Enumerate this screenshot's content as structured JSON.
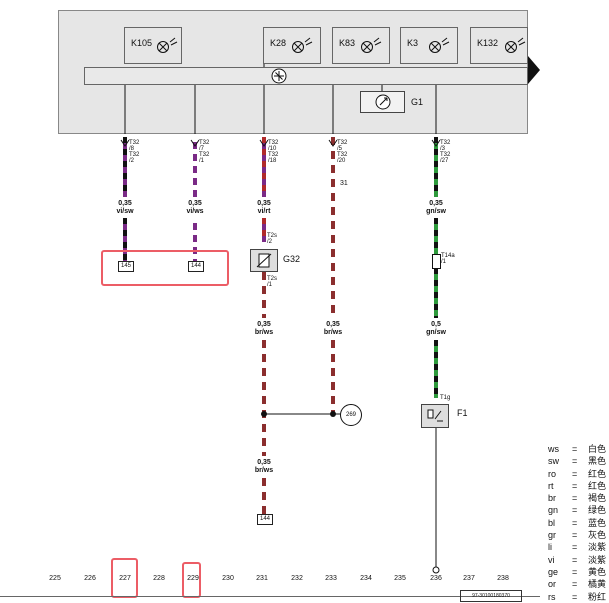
{
  "components": {
    "K105": "K105",
    "K28": "K28",
    "K83": "K83",
    "K3": "K3",
    "K132": "K132",
    "G1": "G1",
    "G32": "G32",
    "F1": "F1",
    "circle_269": "269"
  },
  "wires": [
    {
      "id": "w1",
      "pins": [
        "T32",
        "/8",
        "T32",
        "/2"
      ],
      "size": "0,35",
      "color": "vi/sw",
      "conn": "145"
    },
    {
      "id": "w2",
      "pins": [
        "T32",
        "/7",
        "T32",
        "/1"
      ],
      "size": "0,35",
      "color": "vi/ws",
      "conn": "144"
    },
    {
      "id": "w3",
      "pins": [
        "T32",
        "/10",
        "T32",
        "/18"
      ],
      "size": "0,35",
      "color": "vi/rt",
      "pins_b": [
        "T2s",
        "/2"
      ],
      "pins_c": [
        "T2s",
        "/1"
      ],
      "size_b": "0,35",
      "color_b": "br/ws",
      "size_c": "0,35",
      "color_c": "br/ws",
      "conn": "144"
    },
    {
      "id": "w4",
      "pins": [
        "T32",
        "/5",
        "T32",
        "/20"
      ],
      "extra": "31",
      "size": "0,35",
      "color": "br/ws"
    },
    {
      "id": "w5",
      "pins": [
        "T32",
        "/3",
        "T32",
        "/27"
      ],
      "size": "0,35",
      "color": "gn/sw",
      "pins_b": [
        "T14a",
        "/1"
      ],
      "size_b": "0,5",
      "color_b": "gn/sw",
      "pin_f": "T1g"
    }
  ],
  "scale": [
    "225",
    "226",
    "227",
    "228",
    "229",
    "230",
    "231",
    "232",
    "233",
    "234",
    "235",
    "236",
    "237",
    "238"
  ],
  "legend": [
    {
      "code": "ws",
      "name": "白色"
    },
    {
      "code": "sw",
      "name": "黑色"
    },
    {
      "code": "ro",
      "name": "红色"
    },
    {
      "code": "rt",
      "name": "红色"
    },
    {
      "code": "br",
      "name": "褐色"
    },
    {
      "code": "gn",
      "name": "绿色"
    },
    {
      "code": "bl",
      "name": "蓝色"
    },
    {
      "code": "gr",
      "name": "灰色"
    },
    {
      "code": "li",
      "name": "淡紫"
    },
    {
      "code": "vi",
      "name": "淡紫"
    },
    {
      "code": "ge",
      "name": "黄色"
    },
    {
      "code": "or",
      "name": "橘黄"
    },
    {
      "code": "rs",
      "name": "粉红"
    }
  ],
  "legend_eq": "=",
  "footer": "97-30100180370",
  "colors": {
    "violet": "#7a2a86",
    "black": "#111111",
    "red": "#b02a2a",
    "brown": "#8b2e2e",
    "white": "#ffffff",
    "green": "#2e9a3c",
    "highlight": "#ec5d66"
  }
}
